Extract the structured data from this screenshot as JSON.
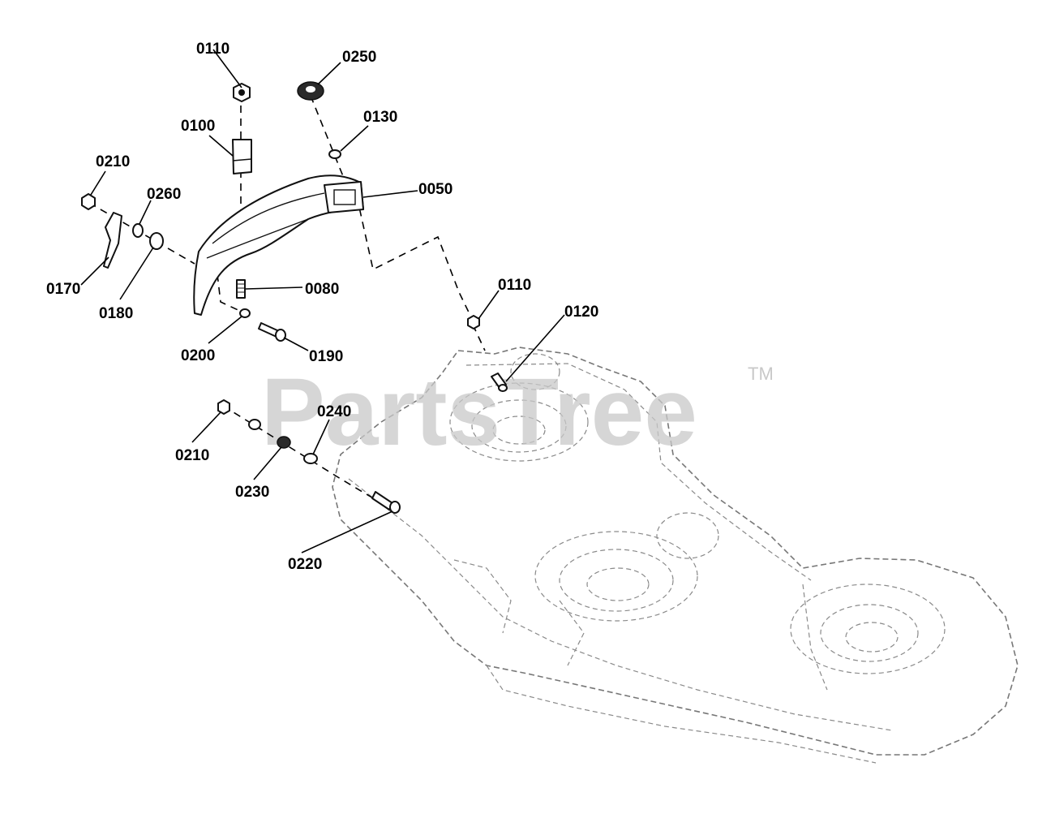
{
  "watermark": {
    "text": "PartsTree",
    "trademark": "TM"
  },
  "labels": {
    "l0110_top": "0110",
    "l0250": "0250",
    "l0100": "0100",
    "l0130": "0130",
    "l0210_top": "0210",
    "l0260": "0260",
    "l0050": "0050",
    "l0170": "0170",
    "l0180": "0180",
    "l0080": "0080",
    "l0110_mid": "0110",
    "l0120": "0120",
    "l0200": "0200",
    "l0190": "0190",
    "l0240": "0240",
    "l0210_bot": "0210",
    "l0230": "0230",
    "l0220": "0220"
  }
}
